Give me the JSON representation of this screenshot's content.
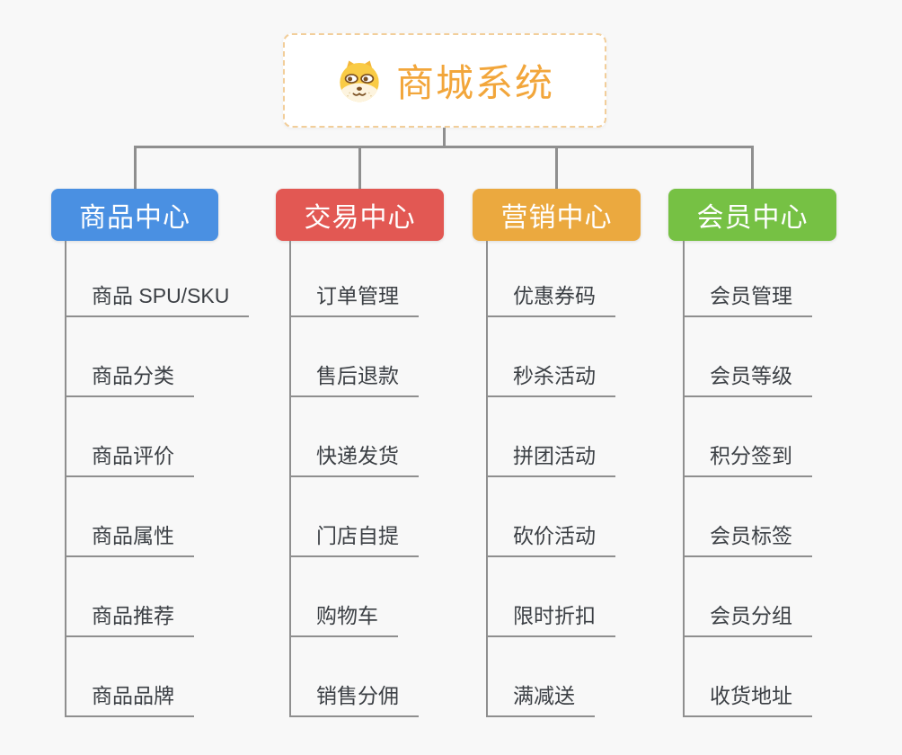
{
  "root": {
    "title": "商城系统",
    "icon": "dog-face-icon"
  },
  "branches": [
    {
      "label": "商品中心",
      "color": "#4A90E2",
      "children": [
        "商品 SPU/SKU",
        "商品分类",
        "商品评价",
        "商品属性",
        "商品推荐",
        "商品品牌"
      ]
    },
    {
      "label": "交易中心",
      "color": "#E25853",
      "children": [
        "订单管理",
        "售后退款",
        "快递发货",
        "门店自提",
        "购物车",
        "销售分佣"
      ]
    },
    {
      "label": "营销中心",
      "color": "#EBA93F",
      "children": [
        "优惠券码",
        "秒杀活动",
        "拼团活动",
        "砍价活动",
        "限时折扣",
        "满减送"
      ]
    },
    {
      "label": "会员中心",
      "color": "#76C144",
      "children": [
        "会员管理",
        "会员等级",
        "积分签到",
        "会员标签",
        "会员分组",
        "收货地址"
      ]
    }
  ],
  "colors": {
    "background": "#F8F8F8",
    "connector": "#8F8F8F",
    "root_text": "#F2A63B",
    "root_border": "#F2CE9A",
    "root_background": "#FFFFFF",
    "leaf_text": "#3C4045"
  }
}
